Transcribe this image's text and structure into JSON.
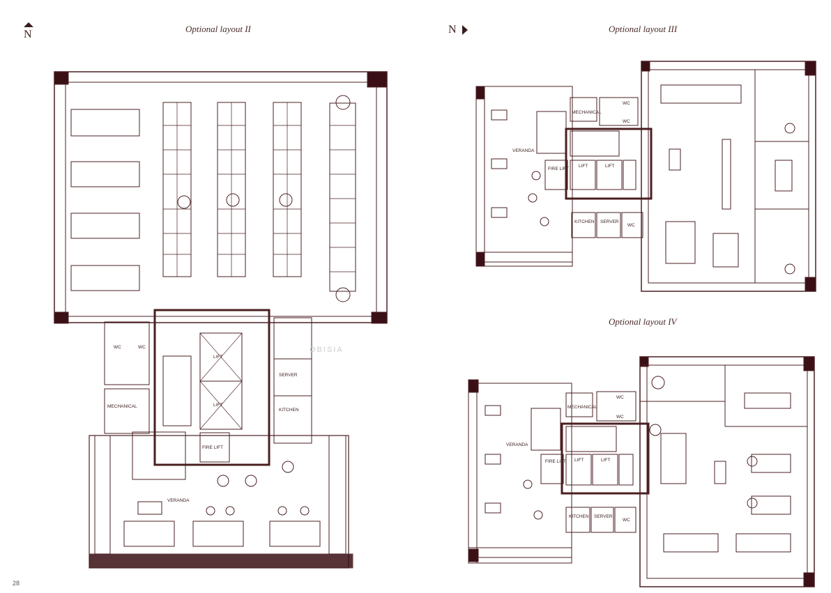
{
  "layouts": [
    {
      "title": "Optional layout II"
    },
    {
      "title": "Optional layout III"
    },
    {
      "title": "Optional layout IV"
    }
  ],
  "north_label": "N",
  "page_number": "28",
  "watermark": "OBISIA",
  "room_labels": {
    "wc": "WC",
    "mechanical": "MECHANICAL",
    "lift": "LIFT",
    "fire_lift": "FIRE LIFT",
    "server": "SERVER",
    "kitchen": "KITCHEN",
    "veranda": "VERANDA"
  },
  "colors": {
    "line": "#4a1f22",
    "accent": "#3a1016"
  }
}
